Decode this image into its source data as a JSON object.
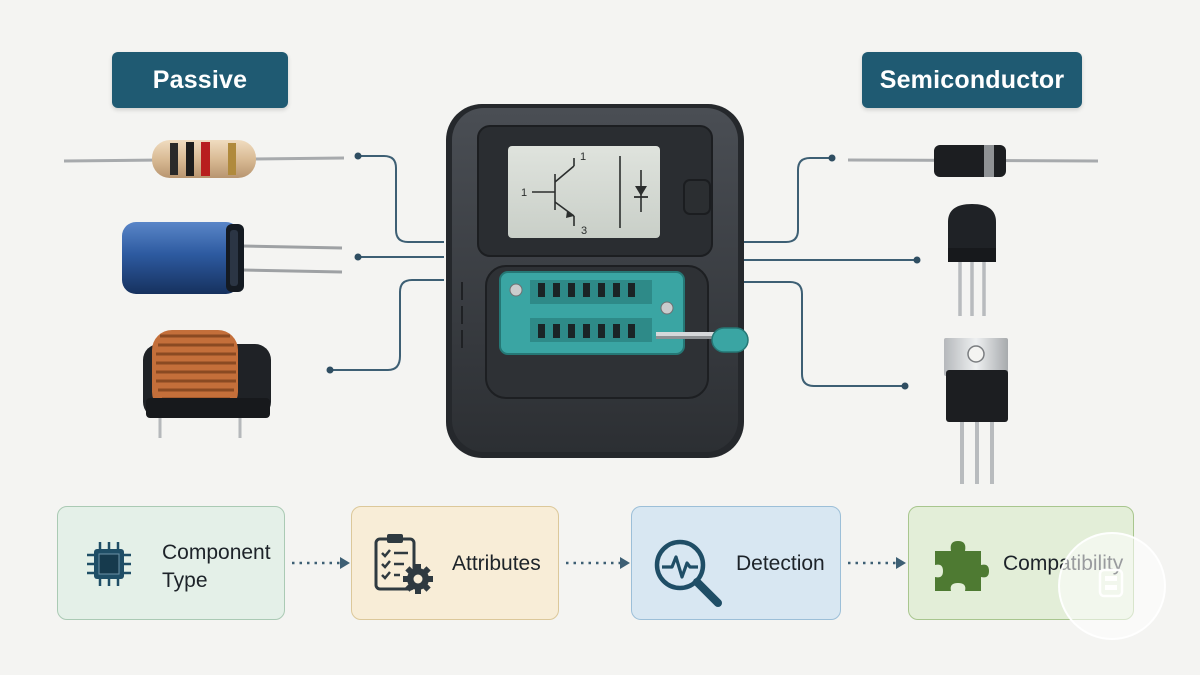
{
  "categories": {
    "passive": "Passive",
    "semiconductor": "Semiconductor"
  },
  "screen": {
    "pin1_top": "1",
    "pin1_left": "1",
    "pin3": "3"
  },
  "flow": [
    {
      "label": "Component\nType",
      "icon": "chip-icon"
    },
    {
      "label": "Attributes",
      "icon": "checklist-gear-icon"
    },
    {
      "label": "Detection",
      "icon": "magnifier-pulse-icon"
    },
    {
      "label": "Compatibility",
      "icon": "puzzle-piece-icon"
    }
  ],
  "colors": {
    "label_bg": "#1f5a72",
    "connector": "#3d5f74",
    "zif_socket": "#3aa5a3",
    "device_body": "#3a3d42"
  }
}
